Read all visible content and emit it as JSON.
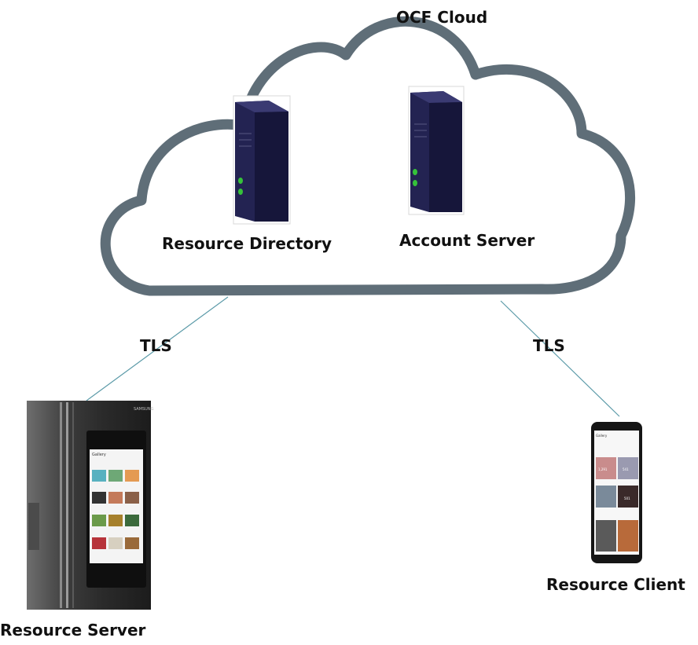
{
  "diagram": {
    "cloud": {
      "title": "OCF Cloud"
    },
    "servers": [
      {
        "label": "Resource Directory"
      },
      {
        "label": "Account Server"
      }
    ],
    "links": [
      {
        "label": "TLS"
      },
      {
        "label": "TLS"
      }
    ],
    "devices": [
      {
        "label": "Resource Server",
        "brand": "SAMSUNG",
        "screen_title": "Gallery"
      },
      {
        "label": "Resource Client",
        "screen_title": "Gallery",
        "tile_counts": [
          "1,291",
          "541",
          "501"
        ]
      }
    ]
  },
  "colors": {
    "cloud_stroke": "#5f6e78",
    "link_line": "#5b9aa8",
    "server_body": "#1d1d4a",
    "server_led": "#35c23a"
  }
}
